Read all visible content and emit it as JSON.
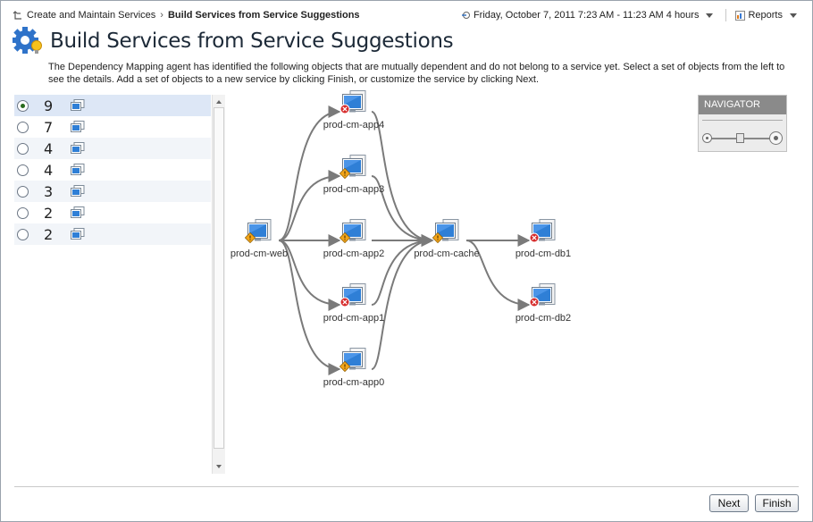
{
  "breadcrumb": {
    "parent": "Create and Maintain Services",
    "current": "Build Services from Service Suggestions"
  },
  "toolbar": {
    "time_range": "Friday, October 7, 2011 7:23 AM - 11:23 AM 4 hours",
    "reports_label": "Reports"
  },
  "page": {
    "title": "Build Services from Service Suggestions",
    "description": "The Dependency Mapping agent has identified the following objects that are mutually dependent and do not belong to a service yet. Select a set of objects from the left to see the details. Add a set of objects to a new service by clicking Finish, or customize the service by clicking Next."
  },
  "suggestions": [
    {
      "count": "9",
      "selected": true
    },
    {
      "count": "7",
      "selected": false
    },
    {
      "count": "4",
      "selected": false
    },
    {
      "count": "4",
      "selected": false
    },
    {
      "count": "3",
      "selected": false
    },
    {
      "count": "2",
      "selected": false
    },
    {
      "count": "2",
      "selected": false
    }
  ],
  "graph": {
    "nodes": [
      {
        "id": "web",
        "label": "prod-cm-web",
        "status": "warning"
      },
      {
        "id": "app4",
        "label": "prod-cm-app4",
        "status": "critical"
      },
      {
        "id": "app3",
        "label": "prod-cm-app3",
        "status": "warning"
      },
      {
        "id": "app2",
        "label": "prod-cm-app2",
        "status": "warning"
      },
      {
        "id": "app1",
        "label": "prod-cm-app1",
        "status": "critical"
      },
      {
        "id": "app0",
        "label": "prod-cm-app0",
        "status": "warning"
      },
      {
        "id": "cache",
        "label": "prod-cm-cache",
        "status": "warning"
      },
      {
        "id": "db1",
        "label": "prod-cm-db1",
        "status": "critical"
      },
      {
        "id": "db2",
        "label": "prod-cm-db2",
        "status": "critical"
      }
    ]
  },
  "navigator": {
    "label": "NAVIGATOR"
  },
  "buttons": {
    "next": "Next",
    "finish": "Finish"
  },
  "colors": {
    "selected_row": "#dde7f6",
    "alt_row": "#f2f5f9",
    "title": "#1d2a38",
    "edge": "#7a7a7a",
    "monitor": "#2f7fd6",
    "critical": "#d62a2a",
    "warning": "#f2a51a"
  }
}
